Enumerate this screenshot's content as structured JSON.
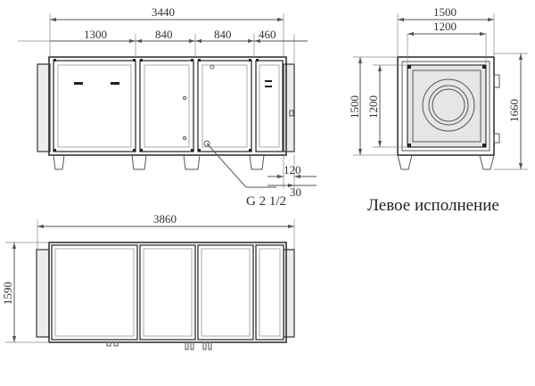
{
  "front_view": {
    "dims": {
      "total": "3440",
      "d1": "1300",
      "d2": "840",
      "d3": "840",
      "d4": "460"
    },
    "bottom_dims": {
      "d5": "120",
      "d6": "30"
    }
  },
  "pipe_label": "G 2 1/2",
  "side_view": {
    "dims": {
      "outer_width": "1500",
      "inner_width": "1200",
      "height_left": "1500",
      "inner_height": "1200",
      "height_right": "1660"
    }
  },
  "caption": "Левое исполнение",
  "top_view": {
    "dims": {
      "total": "3860",
      "depth": "1590"
    }
  }
}
